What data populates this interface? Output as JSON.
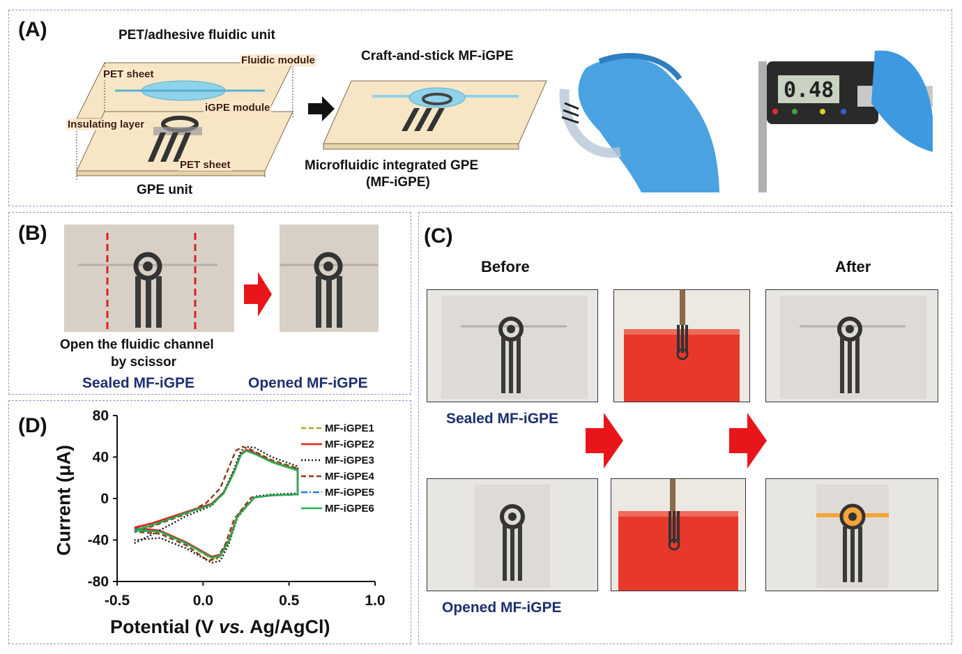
{
  "panel_a": {
    "label": "(A)",
    "fluidic_unit_title": "PET/adhesive fluidic unit",
    "fluidic_module": "Fluidic module",
    "pet_sheet_top": "PET sheet",
    "igpe_module": "iGPE module",
    "insulating_layer": "Insulating layer",
    "pet_sheet_bottom": "PET sheet",
    "gpe_unit": "GPE unit",
    "craft_title": "Craft-and-stick MF-iGPE",
    "mf_caption_line1": "Microfluidic integrated GPE",
    "mf_caption_line2": "(MF-iGPE)",
    "caliper_reading": "0.48"
  },
  "panel_b": {
    "label": "(B)",
    "caption_line1": "Open the fluidic channel",
    "caption_line2": "by scissor",
    "sealed": "Sealed MF-iGPE",
    "opened": "Opened MF-iGPE"
  },
  "panel_c": {
    "label": "(C)",
    "before": "Before",
    "after": "After",
    "sealed": "Sealed MF-iGPE",
    "opened": "Opened MF-iGPE"
  },
  "panel_d": {
    "label": "(D)"
  },
  "colors": {
    "arrow_red": "#e8151b",
    "navy_text": "#1c2f6e",
    "solution_red": "#e8382c",
    "fluid_blue": "#7fd0e8"
  },
  "chart_data": {
    "type": "line",
    "title": "",
    "xlabel": "Potential (V vs. Ag/AgCl)",
    "ylabel": "Current (μA)",
    "xlim": [
      -0.5,
      1.0
    ],
    "ylim": [
      -80,
      80
    ],
    "xticks": [
      "-0.5",
      "0.0",
      "0.5",
      "1.0"
    ],
    "yticks": [
      "80",
      "40",
      "0",
      "-40",
      "-80"
    ],
    "legend_position": "top-right",
    "grid": false,
    "series": [
      {
        "name": "MF-iGPE1",
        "color": "#b8a21a",
        "dash": "7,4",
        "forward": [
          [
            -0.4,
            -30
          ],
          [
            -0.3,
            -25
          ],
          [
            -0.1,
            -14
          ],
          [
            0.05,
            -6
          ],
          [
            0.12,
            5
          ],
          [
            0.18,
            25
          ],
          [
            0.22,
            42
          ],
          [
            0.25,
            47
          ],
          [
            0.3,
            44
          ],
          [
            0.4,
            36
          ],
          [
            0.55,
            28
          ]
        ],
        "reverse": [
          [
            0.55,
            4
          ],
          [
            0.4,
            3
          ],
          [
            0.3,
            1
          ],
          [
            0.2,
            -18
          ],
          [
            0.15,
            -42
          ],
          [
            0.1,
            -56
          ],
          [
            0.05,
            -58
          ],
          [
            -0.1,
            -43
          ],
          [
            -0.25,
            -32
          ],
          [
            -0.4,
            -30
          ]
        ]
      },
      {
        "name": "MF-iGPE2",
        "color": "#e02020",
        "dash": "",
        "forward": [
          [
            -0.4,
            -28
          ],
          [
            -0.3,
            -24
          ],
          [
            -0.1,
            -13
          ],
          [
            0.05,
            -5
          ],
          [
            0.12,
            6
          ],
          [
            0.18,
            26
          ],
          [
            0.22,
            43
          ],
          [
            0.25,
            47
          ],
          [
            0.3,
            44
          ],
          [
            0.4,
            35
          ],
          [
            0.55,
            27
          ]
        ],
        "reverse": [
          [
            0.55,
            4
          ],
          [
            0.4,
            3
          ],
          [
            0.3,
            1
          ],
          [
            0.2,
            -16
          ],
          [
            0.15,
            -40
          ],
          [
            0.1,
            -54
          ],
          [
            0.05,
            -56
          ],
          [
            -0.1,
            -42
          ],
          [
            -0.25,
            -31
          ],
          [
            -0.4,
            -28
          ]
        ]
      },
      {
        "name": "MF-iGPE3",
        "color": "#111111",
        "dash": "2,3",
        "forward": [
          [
            -0.4,
            -43
          ],
          [
            -0.3,
            -35
          ],
          [
            -0.1,
            -17
          ],
          [
            0.05,
            -7
          ],
          [
            0.12,
            6
          ],
          [
            0.18,
            28
          ],
          [
            0.22,
            46
          ],
          [
            0.25,
            50
          ],
          [
            0.3,
            49
          ],
          [
            0.4,
            40
          ],
          [
            0.55,
            31
          ]
        ],
        "reverse": [
          [
            0.55,
            5
          ],
          [
            0.4,
            4
          ],
          [
            0.3,
            2
          ],
          [
            0.2,
            -18
          ],
          [
            0.15,
            -44
          ],
          [
            0.1,
            -60
          ],
          [
            0.05,
            -62
          ],
          [
            -0.1,
            -48
          ],
          [
            -0.25,
            -38
          ],
          [
            -0.4,
            -40
          ]
        ]
      },
      {
        "name": "MF-iGPE4",
        "color": "#8a3a1a",
        "dash": "7,4",
        "forward": [
          [
            -0.4,
            -32
          ],
          [
            -0.3,
            -27
          ],
          [
            -0.1,
            -15
          ],
          [
            0.02,
            -4
          ],
          [
            0.1,
            10
          ],
          [
            0.15,
            30
          ],
          [
            0.19,
            46
          ],
          [
            0.23,
            50
          ],
          [
            0.28,
            47
          ],
          [
            0.4,
            37
          ],
          [
            0.55,
            29
          ]
        ],
        "reverse": [
          [
            0.55,
            4
          ],
          [
            0.4,
            3
          ],
          [
            0.28,
            1
          ],
          [
            0.18,
            -20
          ],
          [
            0.13,
            -44
          ],
          [
            0.08,
            -58
          ],
          [
            0.03,
            -60
          ],
          [
            -0.1,
            -45
          ],
          [
            -0.25,
            -34
          ],
          [
            -0.4,
            -32
          ]
        ]
      },
      {
        "name": "MF-iGPE5",
        "color": "#1a7fd8",
        "dash": "9,3,2,3",
        "forward": [
          [
            -0.4,
            -30
          ],
          [
            -0.3,
            -26
          ],
          [
            -0.1,
            -14
          ],
          [
            0.05,
            -6
          ],
          [
            0.12,
            5
          ],
          [
            0.18,
            25
          ],
          [
            0.22,
            42
          ],
          [
            0.25,
            46
          ],
          [
            0.3,
            43
          ],
          [
            0.4,
            35
          ],
          [
            0.55,
            27
          ]
        ],
        "reverse": [
          [
            0.55,
            4
          ],
          [
            0.4,
            3
          ],
          [
            0.3,
            1
          ],
          [
            0.2,
            -17
          ],
          [
            0.15,
            -41
          ],
          [
            0.1,
            -55
          ],
          [
            0.05,
            -57
          ],
          [
            -0.1,
            -43
          ],
          [
            -0.25,
            -32
          ],
          [
            -0.4,
            -30
          ]
        ]
      },
      {
        "name": "MF-iGPE6",
        "color": "#22b050",
        "dash": "",
        "forward": [
          [
            -0.4,
            -31
          ],
          [
            -0.3,
            -26
          ],
          [
            -0.1,
            -14
          ],
          [
            0.05,
            -6
          ],
          [
            0.12,
            5
          ],
          [
            0.18,
            25
          ],
          [
            0.22,
            42
          ],
          [
            0.25,
            46
          ],
          [
            0.3,
            43
          ],
          [
            0.4,
            35
          ],
          [
            0.55,
            27
          ]
        ],
        "reverse": [
          [
            0.55,
            4
          ],
          [
            0.4,
            3
          ],
          [
            0.3,
            1
          ],
          [
            0.2,
            -17
          ],
          [
            0.15,
            -41
          ],
          [
            0.1,
            -55
          ],
          [
            0.05,
            -57
          ],
          [
            -0.1,
            -43
          ],
          [
            -0.25,
            -32
          ],
          [
            -0.4,
            -31
          ]
        ]
      }
    ]
  }
}
